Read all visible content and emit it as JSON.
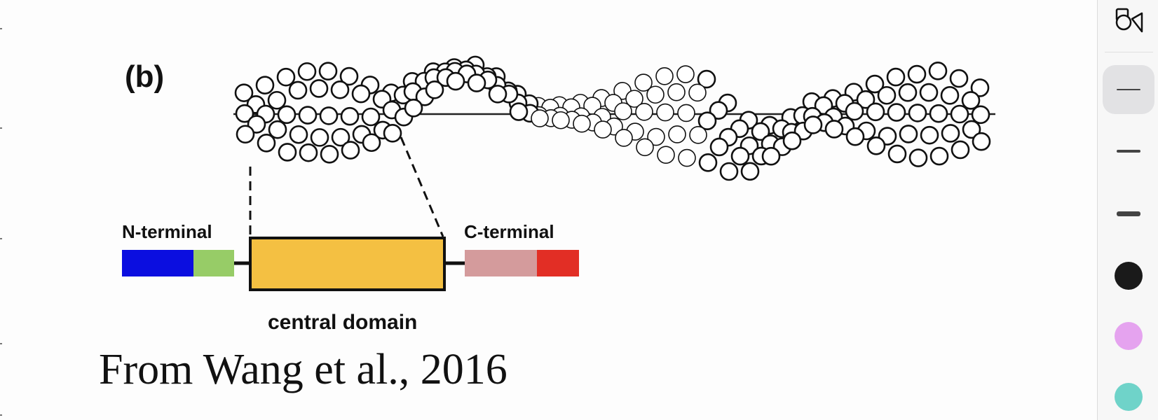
{
  "figure": {
    "panel_label": "(b)",
    "n_terminal_label": "N-terminal",
    "c_terminal_label": "C-terminal",
    "domain_label": "central domain",
    "colors": {
      "n_blue": "#0b0ee0",
      "n_green": "#97cc67",
      "domain_fill": "#f4c042",
      "c_pink": "#d49b9c",
      "c_red": "#e22e25"
    }
  },
  "caption": "From Wang et al., 2016",
  "tool_panel": {
    "shapes_icon": "shapes-icon",
    "stroke_sizes": [
      "thin",
      "medium",
      "thick"
    ],
    "selected_stroke": "thin",
    "colors": [
      {
        "name": "black",
        "hex": "#1a1a1a"
      },
      {
        "name": "pink",
        "hex": "#e5a3ef"
      },
      {
        "name": "teal",
        "hex": "#6fd3c9"
      }
    ]
  }
}
